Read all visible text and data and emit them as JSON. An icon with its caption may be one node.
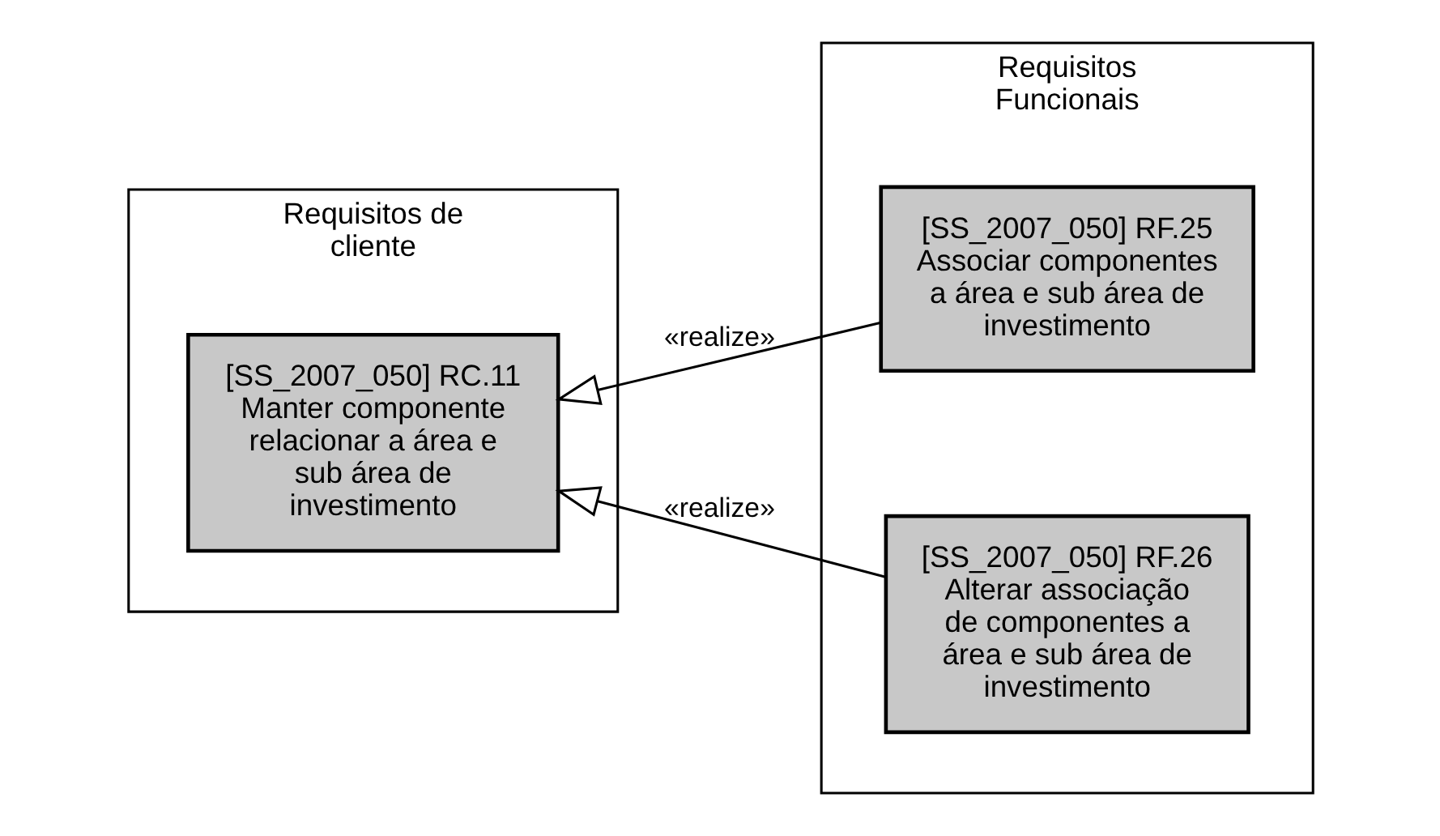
{
  "diagram": {
    "nodes": [
      {
        "text": [
          "Requisitos de cliente"
        ]
      },
      {
        "text": [
          "[SS_2007_050] RC.11 Manter componente relacionar a área e sub área de investimento"
        ],
        "in": 0
      },
      {
        "text": [
          "Requisitos Funcionais"
        ]
      },
      {
        "text": [
          "[SS_2007_050] RF.25 Associar componentes a área e sub área de investimento"
        ],
        "in": 2
      },
      {
        "text": [
          "[SS_2007_050] RF.26 Alterar associação de componentes a área e sub área de investimento"
        ],
        "in": 2
      }
    ],
    "edges": [
      {
        "from": 3,
        "to": 1,
        "arrow": "to",
        "label": "«realize»"
      },
      {
        "from": 4,
        "to": 1,
        "arrow": "to",
        "label": "«realize»"
      }
    ]
  }
}
